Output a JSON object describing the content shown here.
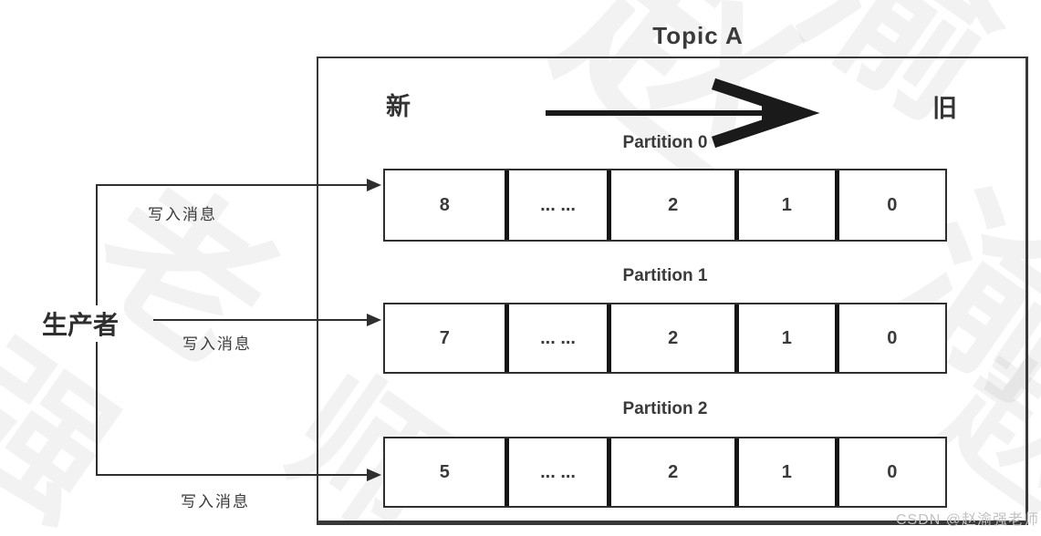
{
  "diagram": {
    "title": "Topic A",
    "producer_label": "生产者",
    "direction": {
      "new_label": "新",
      "old_label": "旧"
    },
    "arrows": [
      {
        "label": "写入消息"
      },
      {
        "label": "写入消息"
      },
      {
        "label": "写入消息"
      }
    ],
    "partitions": [
      {
        "name": "Partition 0",
        "cells": [
          "8",
          "... ...",
          "2",
          "1",
          "0"
        ]
      },
      {
        "name": "Partition 1",
        "cells": [
          "7",
          "... ...",
          "2",
          "1",
          "0"
        ]
      },
      {
        "name": "Partition 2",
        "cells": [
          "5",
          "... ...",
          "2",
          "1",
          "0"
        ]
      }
    ],
    "watermark": {
      "credit": "CSDN @赵渝强老师",
      "chars": [
        "赵",
        "渝",
        "渝",
        "老",
        "师",
        "强",
        "赵"
      ]
    },
    "colors": {
      "line": "#2f2f2f",
      "text": "#3a3a3a",
      "cell_divider": "#141414",
      "watermark": "#ececec",
      "credit_text": "#c2c2c2"
    }
  }
}
